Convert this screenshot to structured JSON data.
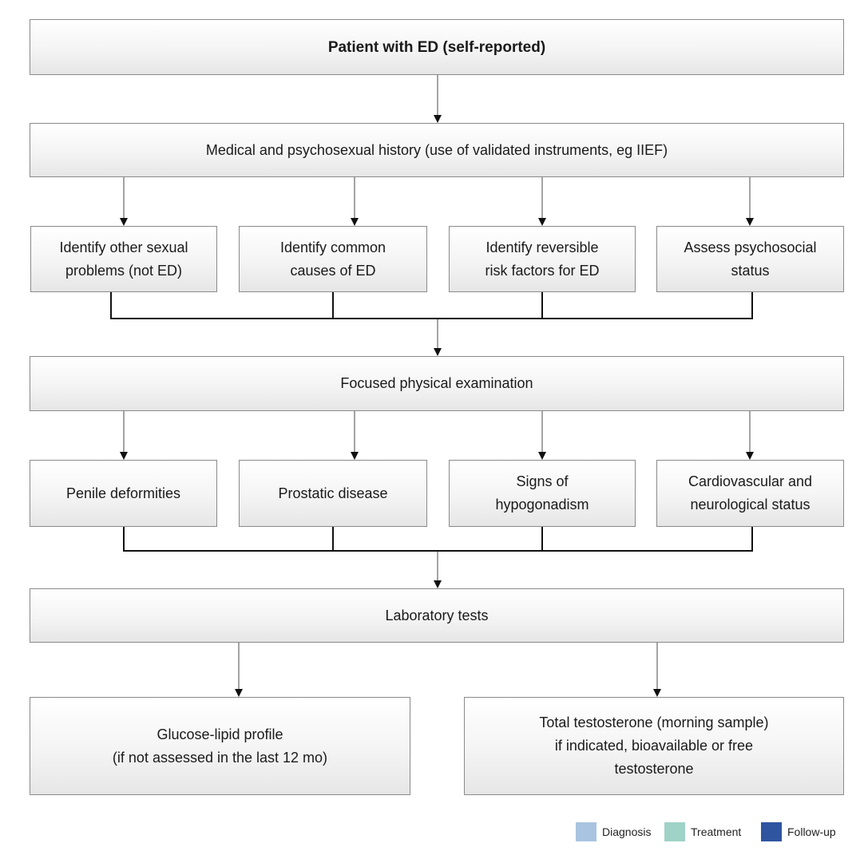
{
  "nodes": {
    "patient": "Patient with ED (self-reported)",
    "history": "Medical and psychosexual history (use of validated instruments, eg  IIEF)",
    "identify_other": "Identify other sexual\nproblems (not ED)",
    "identify_common": "Identify common\ncauses of ED",
    "identify_reversible": "Identify reversible\nrisk factors for ED",
    "assess_psychosocial": "Assess psychosocial\nstatus",
    "physical_exam": "Focused physical examination",
    "penile": "Penile deformities",
    "prostatic": "Prostatic disease",
    "hypogonadism": "Signs of\nhypogonadism",
    "cardiovascular": "Cardiovascular and\nneurological status",
    "lab_tests": "Laboratory tests",
    "glucose": "Glucose-lipid profile\n(if not assessed in the last 12 mo)",
    "testosterone": "Total testosterone (morning sample)\nif indicated, bioavailable or free\ntestosterone"
  },
  "legend": [
    {
      "label": "Diagnosis",
      "color": "#a9c4e0"
    },
    {
      "label": "Treatment",
      "color": "#9fd3c7"
    },
    {
      "label": "Follow-up",
      "color": "#2f55a0"
    }
  ]
}
